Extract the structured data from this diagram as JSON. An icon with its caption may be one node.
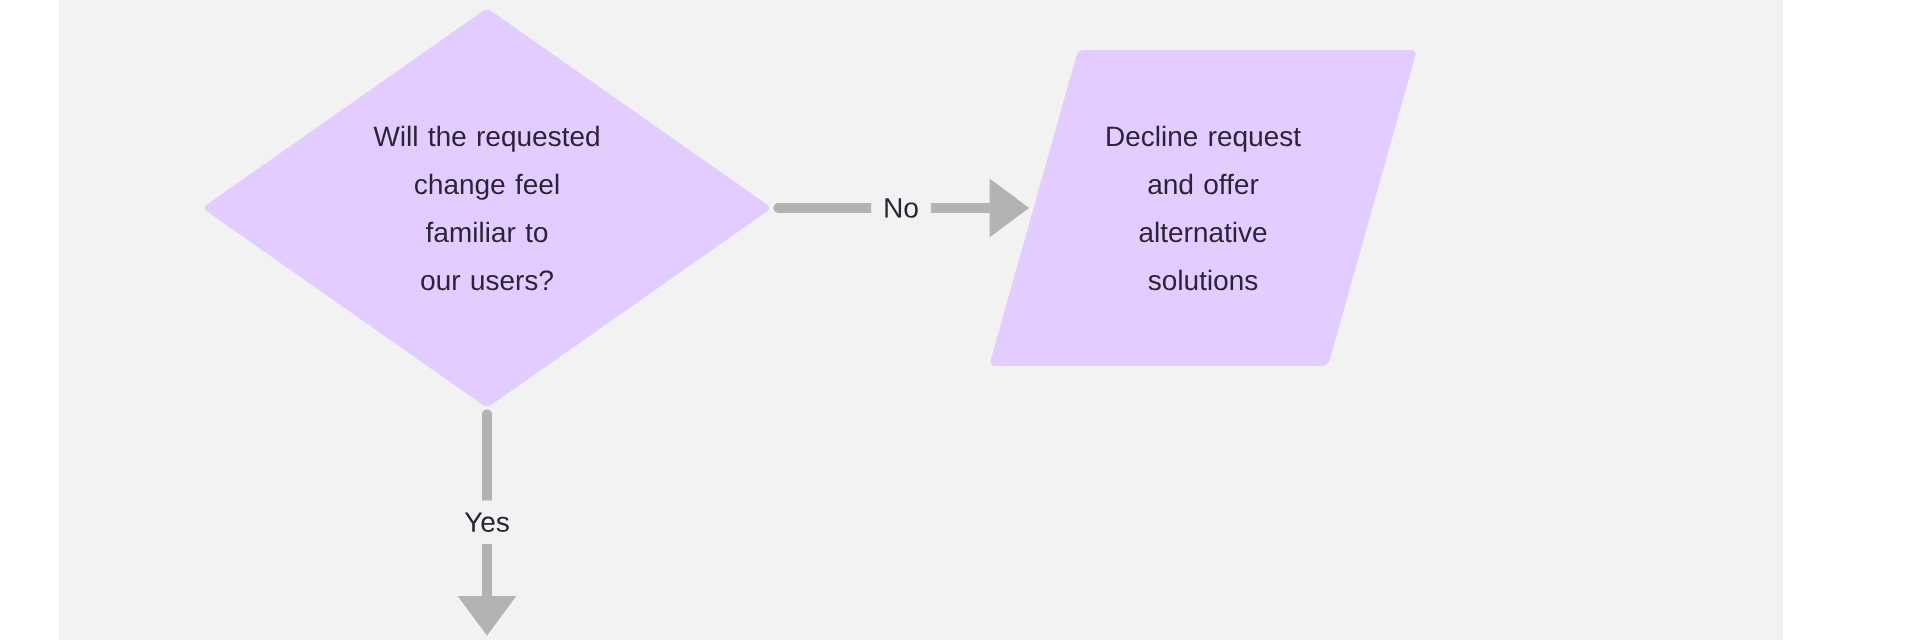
{
  "diagram": {
    "nodes": [
      {
        "text": [
          "Will the requested change feel familiar to our users?"
        ]
      },
      {
        "text": [
          "Decline request and offer alternative solutions"
        ]
      }
    ],
    "edges": [
      {
        "from": 0,
        "to": 1,
        "arrow": "to",
        "label": "No"
      },
      {
        "from": 0,
        "to": null,
        "arrow": "to",
        "label": "Yes"
      }
    ]
  }
}
